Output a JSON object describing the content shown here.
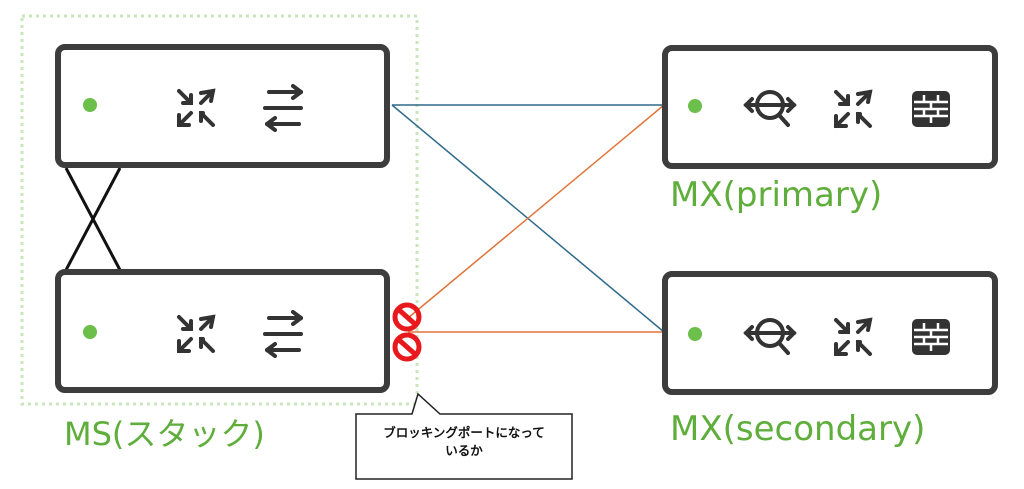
{
  "labels": {
    "ms_stack": "MS(スタック)",
    "mx_primary": "MX(primary)",
    "mx_secondary": "MX(secondary)"
  },
  "callout": {
    "line1": "ブロッキングポートになって",
    "line2": "いるか"
  },
  "colors": {
    "device_border": "#3d3d3d",
    "status_led": "#6cbf4a",
    "label_green": "#5fae3c",
    "link_blue": "#2e6a8a",
    "link_orange": "#e0733a",
    "stack_dotted": "#c9e6bd",
    "blocked_red": "#e8181d"
  },
  "icons": {
    "ms": [
      "switch-arrows-icon",
      "bidirectional-arrows-icon"
    ],
    "mx": [
      "search-globe-icon",
      "switch-arrows-icon",
      "firewall-icon"
    ]
  }
}
